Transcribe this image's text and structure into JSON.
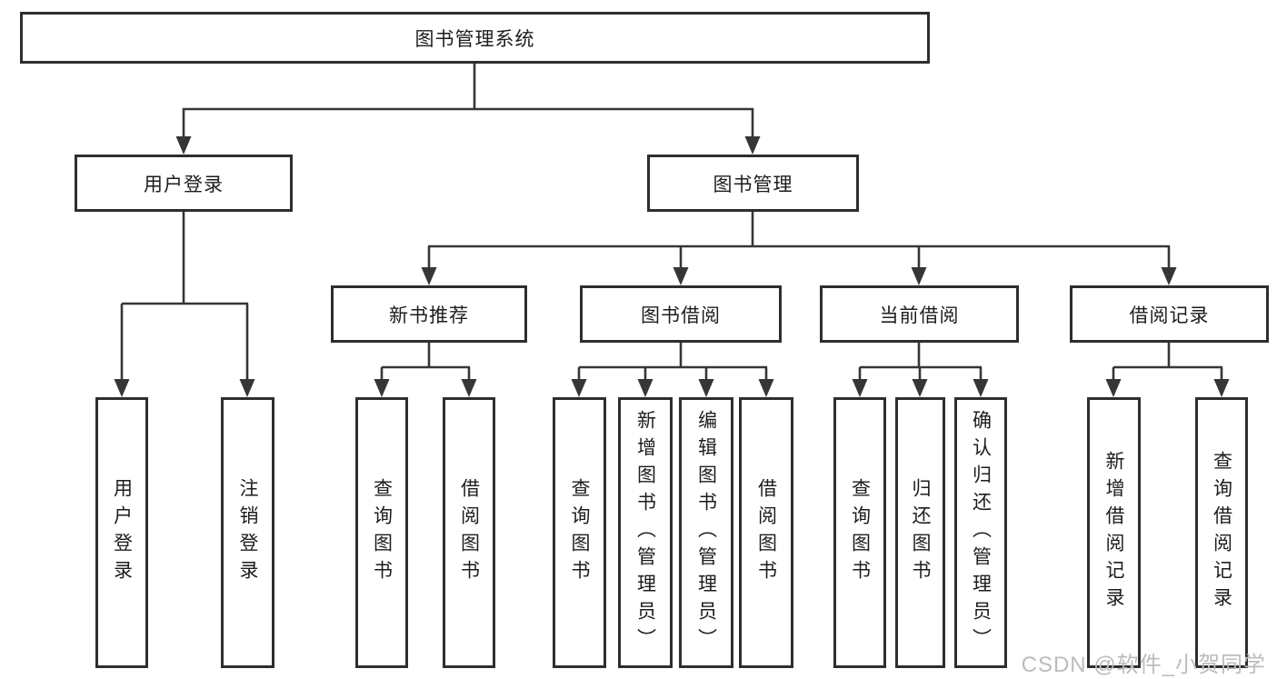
{
  "diagram": {
    "title": "图书管理系统",
    "nodes": [
      {
        "id": "root",
        "label": "图书管理系统",
        "level": 1,
        "parent": null
      },
      {
        "id": "user",
        "label": "用户登录",
        "level": 2,
        "parent": "root"
      },
      {
        "id": "book",
        "label": "图书管理",
        "level": 2,
        "parent": "root"
      },
      {
        "id": "newbook",
        "label": "新书推荐",
        "level": 3,
        "parent": "book"
      },
      {
        "id": "borrow",
        "label": "图书借阅",
        "level": 3,
        "parent": "book"
      },
      {
        "id": "current",
        "label": "当前借阅",
        "level": 3,
        "parent": "book"
      },
      {
        "id": "records",
        "label": "借阅记录",
        "level": 3,
        "parent": "book"
      },
      {
        "id": "user-login",
        "label": "用户登录",
        "level": 4,
        "parent": "user"
      },
      {
        "id": "user-logout",
        "label": "注销登录",
        "level": 4,
        "parent": "user"
      },
      {
        "id": "new-query",
        "label": "查询图书",
        "level": 4,
        "parent": "newbook"
      },
      {
        "id": "new-borrow",
        "label": "借阅图书",
        "level": 4,
        "parent": "newbook"
      },
      {
        "id": "bor-query",
        "label": "查询图书",
        "level": 4,
        "parent": "borrow"
      },
      {
        "id": "bor-add",
        "label": "新增图书（管理员）",
        "level": 4,
        "parent": "borrow"
      },
      {
        "id": "bor-edit",
        "label": "编辑图书（管理员）",
        "level": 4,
        "parent": "borrow"
      },
      {
        "id": "bor-borrow",
        "label": "借阅图书",
        "level": 4,
        "parent": "borrow"
      },
      {
        "id": "cur-query",
        "label": "查询图书",
        "level": 4,
        "parent": "current"
      },
      {
        "id": "cur-return",
        "label": "归还图书",
        "level": 4,
        "parent": "current"
      },
      {
        "id": "cur-confirm",
        "label": "确认归还（管理员）",
        "level": 4,
        "parent": "current"
      },
      {
        "id": "rec-add",
        "label": "新增借阅记录",
        "level": 4,
        "parent": "records"
      },
      {
        "id": "rec-query",
        "label": "查询借阅记录",
        "level": 4,
        "parent": "records"
      }
    ]
  },
  "watermark": {
    "text": "CSDN @软件_小贺同学"
  },
  "colors": {
    "line": "#363636",
    "box_border": "#2e2e2e",
    "text": "#1d1d1f",
    "watermark": "#bcbcbc",
    "background": "#ffffff"
  }
}
